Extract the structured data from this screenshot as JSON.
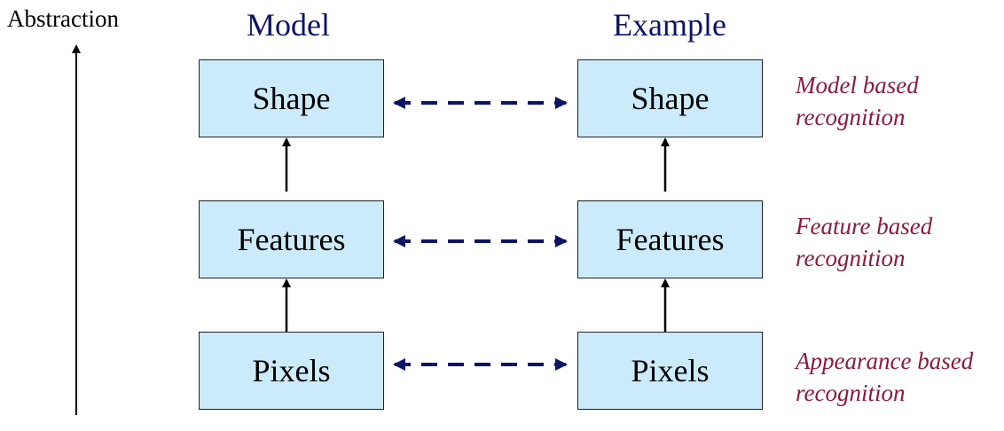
{
  "axis": {
    "label": "Abstraction"
  },
  "columns": {
    "model_title": "Model",
    "example_title": "Example"
  },
  "levels": [
    {
      "label": "Shape",
      "recognition": [
        "Model based",
        "recognition"
      ]
    },
    {
      "label": "Features",
      "recognition": [
        "Feature based",
        "recognition"
      ]
    },
    {
      "label": "Pixels",
      "recognition": [
        "Appearance based",
        "recognition"
      ]
    }
  ],
  "colors": {
    "box_fill": "#cbeafa",
    "title_text": "#0d1465",
    "dashed_arrow": "#0d1465",
    "recognition_text": "#8b1a3e"
  }
}
